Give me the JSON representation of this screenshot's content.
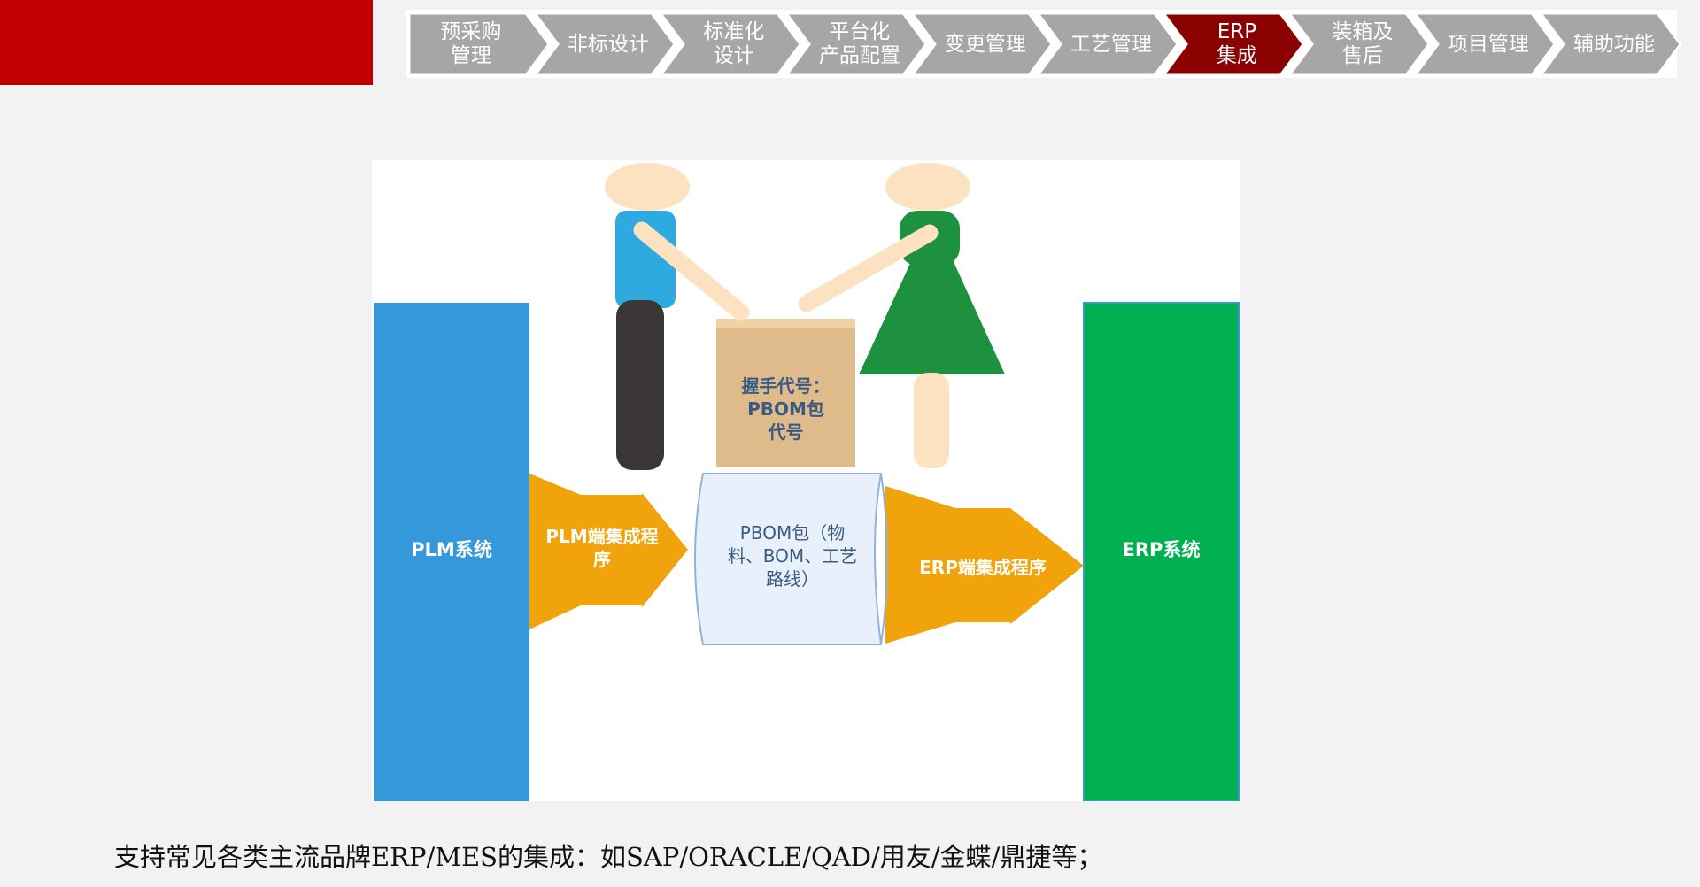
{
  "nav": {
    "steps": [
      {
        "label": "预采购\n管理",
        "active": false
      },
      {
        "label": "非标设计",
        "active": false
      },
      {
        "label": "标准化\n设计",
        "active": false
      },
      {
        "label": "平台化\n产品配置",
        "active": false
      },
      {
        "label": "变更管理",
        "active": false
      },
      {
        "label": "工艺管理",
        "active": false
      },
      {
        "label": "ERP\n集成",
        "active": true
      },
      {
        "label": "装箱及\n售后",
        "active": false
      },
      {
        "label": "项目管理",
        "active": false
      },
      {
        "label": "辅助功能",
        "active": false
      }
    ],
    "colors": {
      "inactive": "#a6a6a6",
      "active": "#8b0000",
      "border": "#ffffff"
    }
  },
  "diagram": {
    "plm_system": "PLM系统",
    "erp_system": "ERP系统",
    "plm_program": "PLM端集成程\n序",
    "erp_program": "ERP端集成程序",
    "package": "PBOM包（物\n料、BOM、工艺\n路线）",
    "handshake": "握手代号：\nPBOM包\n代号",
    "colors": {
      "plm": "#3498db",
      "erp": "#00b050",
      "arrow": "#f0a30a",
      "box": "#dfba8a",
      "dress": "#1e9140",
      "shirt": "#2eaae1",
      "pants": "#3a3636",
      "skin": "#fde2c2",
      "package": "#e8f0fb"
    }
  },
  "caption": "支持常见各类主流品牌ERP/MES的集成：如SAP/ORACLE/QAD/用友/金蝶/鼎捷等；"
}
